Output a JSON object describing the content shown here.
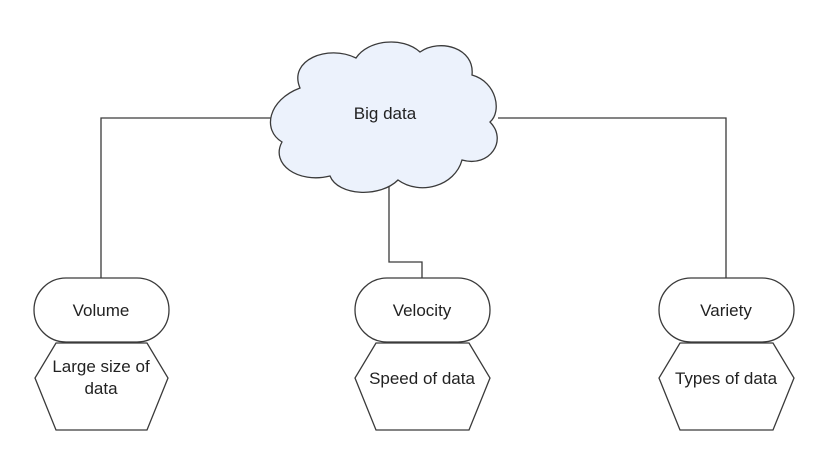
{
  "root": {
    "label": "Big data"
  },
  "children": [
    {
      "title": "Volume",
      "description_lines": [
        "Large size of",
        "data"
      ]
    },
    {
      "title": "Velocity",
      "description_lines": [
        "Speed of data"
      ]
    },
    {
      "title": "Variety",
      "description_lines": [
        "Types of data"
      ]
    }
  ],
  "colors": {
    "cloud_fill": "#ecf2fc",
    "stroke": "#3a3a3a",
    "text": "#222222"
  }
}
